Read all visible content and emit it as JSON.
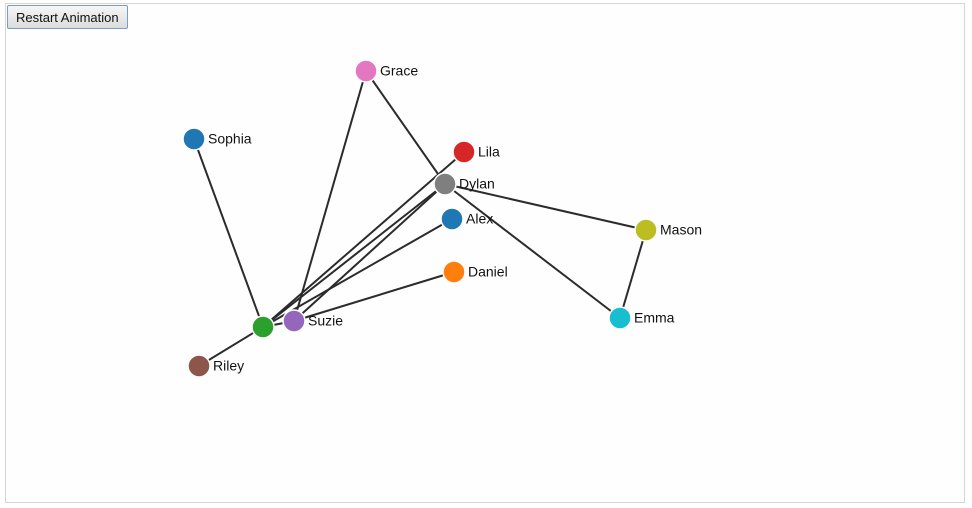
{
  "toolbar": {
    "restart_label": "Restart Animation"
  },
  "graph": {
    "nodes": [
      {
        "id": "grace",
        "label": "Grace",
        "color": "#e377c2"
      },
      {
        "id": "sophia",
        "label": "Sophia",
        "color": "#1f77b4"
      },
      {
        "id": "lila",
        "label": "Lila",
        "color": "#d62728"
      },
      {
        "id": "dylan",
        "label": "Dylan",
        "color": "#7f7f7f"
      },
      {
        "id": "alex",
        "label": "Alex",
        "color": "#1f77b4"
      },
      {
        "id": "mason",
        "label": "Mason",
        "color": "#bcbd22"
      },
      {
        "id": "daniel",
        "label": "Daniel",
        "color": "#ff7f0e"
      },
      {
        "id": "emma",
        "label": "Emma",
        "color": "#17becf"
      },
      {
        "id": "green",
        "label": "",
        "color": "#2ca02c"
      },
      {
        "id": "suzie",
        "label": "Suzie",
        "color": "#9467bd"
      },
      {
        "id": "riley",
        "label": "Riley",
        "color": "#8c564b"
      }
    ],
    "links": [
      {
        "source": "grace",
        "target": "dylan"
      },
      {
        "source": "grace",
        "target": "suzie"
      },
      {
        "source": "sophia",
        "target": "green"
      },
      {
        "source": "lila",
        "target": "green"
      },
      {
        "source": "dylan",
        "target": "green"
      },
      {
        "source": "dylan",
        "target": "suzie"
      },
      {
        "source": "dylan",
        "target": "mason"
      },
      {
        "source": "dylan",
        "target": "emma"
      },
      {
        "source": "alex",
        "target": "green"
      },
      {
        "source": "daniel",
        "target": "suzie"
      },
      {
        "source": "mason",
        "target": "emma"
      },
      {
        "source": "green",
        "target": "riley"
      },
      {
        "source": "green",
        "target": "suzie"
      }
    ]
  }
}
